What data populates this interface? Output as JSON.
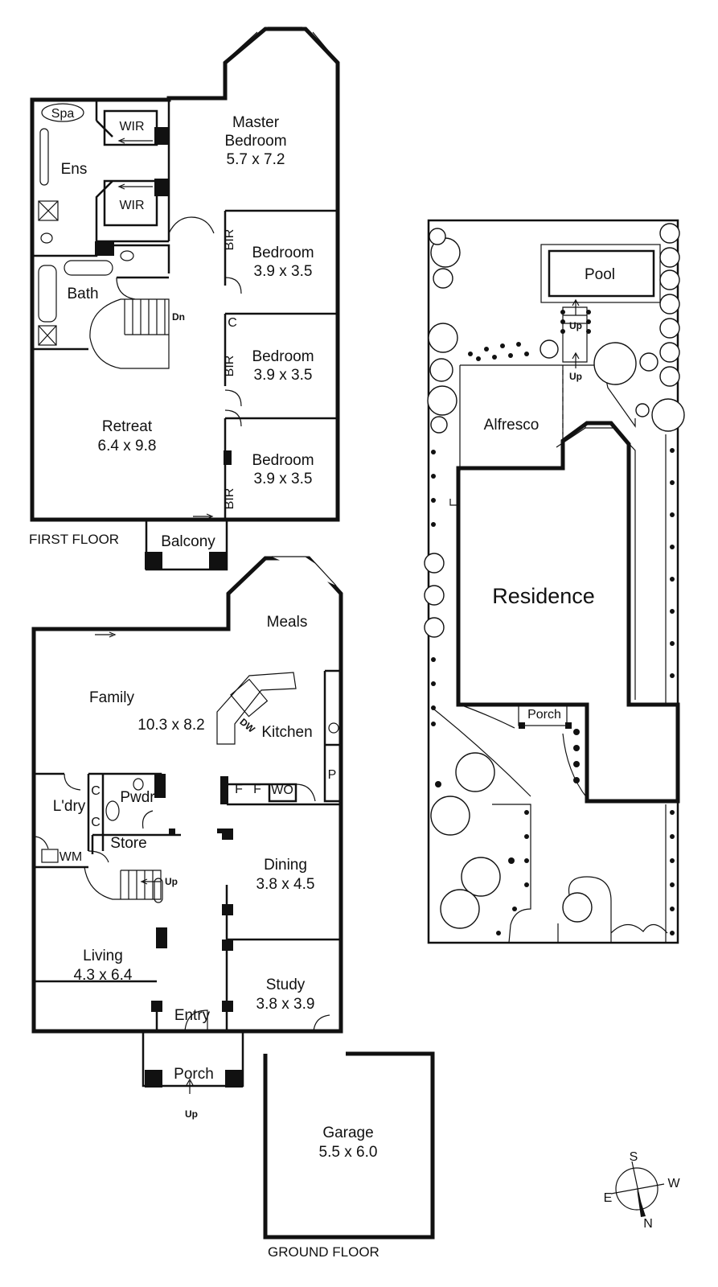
{
  "first_floor": {
    "caption": "FIRST FLOOR",
    "rooms": {
      "spa": "Spa",
      "wir_top": "WIR",
      "wir_bottom": "WIR",
      "ens": "Ens",
      "master_name_1": "Master",
      "master_name_2": "Bedroom",
      "master_size": "5.7 x 7.2",
      "bath": "Bath",
      "stairs_dn": "Dn",
      "bir_1": "BIR",
      "bedroom1_name": "Bedroom",
      "bedroom1_size": "3.9 x 3.5",
      "c": "C",
      "bir_2": "BIR",
      "bedroom2_name": "Bedroom",
      "bedroom2_size": "3.9 x 3.5",
      "retreat_name": "Retreat",
      "retreat_size": "6.4 x 9.8",
      "bedroom3_name": "Bedroom",
      "bedroom3_size": "3.9 x 3.5",
      "bir_3": "BIR",
      "balcony": "Balcony"
    }
  },
  "ground_floor": {
    "caption": "GROUND FLOOR",
    "rooms": {
      "meals": "Meals",
      "family": "Family",
      "family_size": "10.3 x 8.2",
      "dw": "DW",
      "kitchen": "Kitchen",
      "p": "P",
      "f1": "F",
      "f2": "F",
      "wo": "WO",
      "ldry": "L'dry",
      "c1": "C",
      "c2": "C",
      "pwdr": "Pwdr",
      "store": "Store",
      "wm": "WM",
      "stairs_up": "Up",
      "dining_name": "Dining",
      "dining_size": "3.8 x 4.5",
      "living_name": "Living",
      "living_size": "4.3 x 6.4",
      "study_name": "Study",
      "study_size": "3.8 x 3.9",
      "entry": "Entry",
      "porch": "Porch",
      "porch_up": "Up",
      "garage_name": "Garage",
      "garage_size": "5.5 x 6.0"
    }
  },
  "site_plan": {
    "pool": "Pool",
    "up_1": "Up",
    "up_2": "Up",
    "alfresco": "Alfresco",
    "residence": "Residence",
    "porch": "Porch"
  },
  "compass": {
    "s": "S",
    "w": "W",
    "e": "E",
    "n": "N"
  }
}
